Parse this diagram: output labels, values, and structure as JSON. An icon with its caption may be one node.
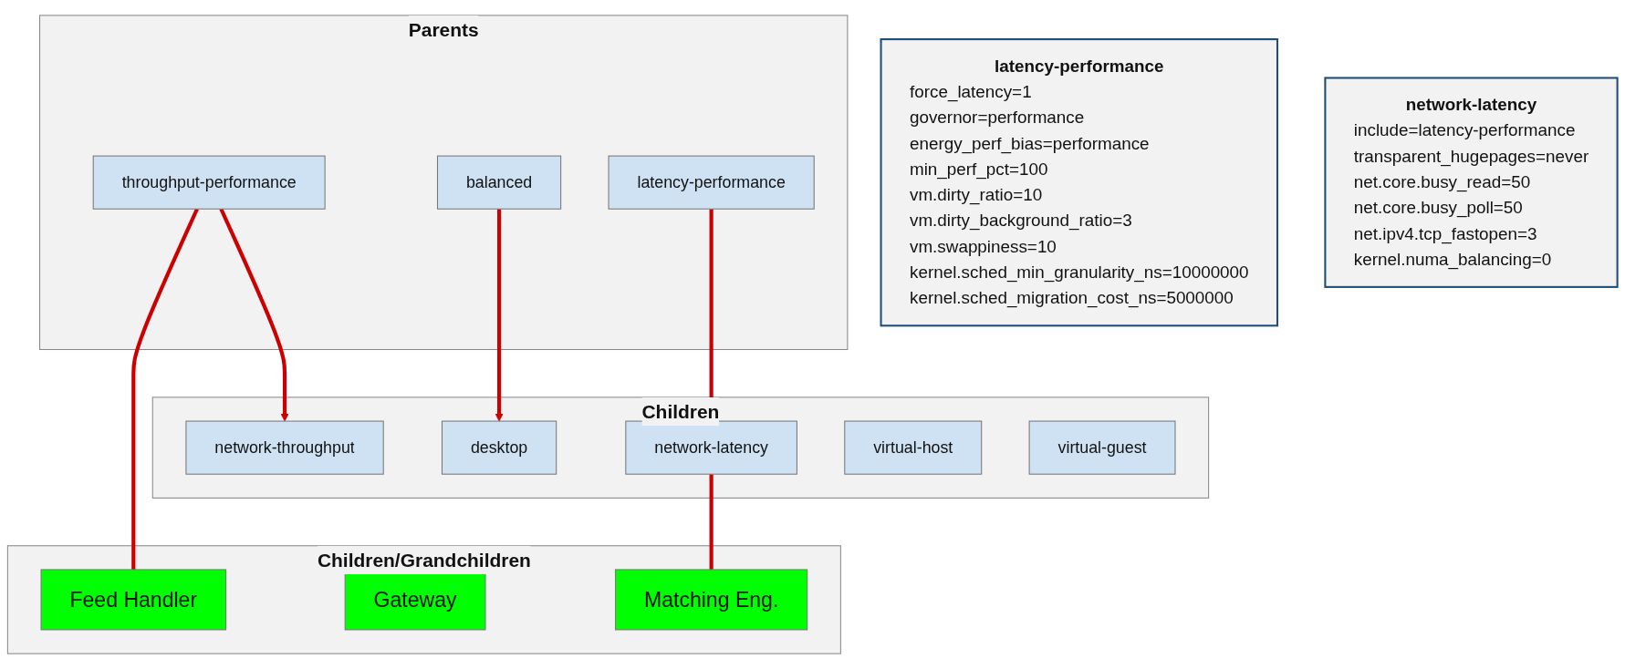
{
  "diagram": {
    "nodes": [
      {
        "text": [
          "Parents"
        ]
      },
      {
        "text": [
          "throughput-performance"
        ],
        "in": 0
      },
      {
        "text": [
          "balanced"
        ],
        "in": 0
      },
      {
        "text": [
          "latency-performance"
        ],
        "in": 0
      },
      {
        "text": [
          "Children"
        ]
      },
      {
        "text": [
          "network-throughput"
        ],
        "in": 4
      },
      {
        "text": [
          "desktop"
        ],
        "in": 4
      },
      {
        "text": [
          "network-latency"
        ],
        "in": 4
      },
      {
        "text": [
          "virtual-host"
        ],
        "in": 4
      },
      {
        "text": [
          "virtual-guest"
        ],
        "in": 4
      },
      {
        "text": [
          "Children/Grandchildren"
        ]
      },
      {
        "text": [
          "Feed Handler"
        ],
        "in": 10
      },
      {
        "text": [
          "Gateway"
        ],
        "in": 10
      },
      {
        "text": [
          "Matching Eng."
        ],
        "in": 10
      },
      {
        "text": [
          "latency-performance",
          "force_latency=1",
          "governor=performance",
          "energy_perf_bias=performance",
          "min_perf_pct=100",
          "vm.dirty_ratio=10",
          "vm.dirty_background_ratio=3",
          "vm.swappiness=10",
          "kernel.sched_min_granularity_ns=10000000",
          "kernel.sched_migration_cost_ns=5000000"
        ]
      },
      {
        "text": [
          "network-latency",
          "include=latency-performance",
          "transparent_hugepages=never",
          "net.core.busy_read=50",
          "net.core.busy_poll=50",
          "net.ipv4.tcp_fastopen=3",
          "kernel.numa_balancing=0"
        ]
      }
    ],
    "edges": [
      {
        "from": 1,
        "to": 5,
        "arrow": "to",
        "color": "#cc0000"
      },
      {
        "from": 2,
        "to": 6,
        "arrow": "to",
        "color": "#cc0000"
      },
      {
        "from": 3,
        "to": 7,
        "arrow": "to",
        "color": "#cc0000"
      },
      {
        "from": 1,
        "to": 11,
        "arrow": "none",
        "color": "#cc0000"
      },
      {
        "from": 7,
        "to": 13,
        "arrow": "none",
        "color": "#cc0000"
      }
    ]
  }
}
